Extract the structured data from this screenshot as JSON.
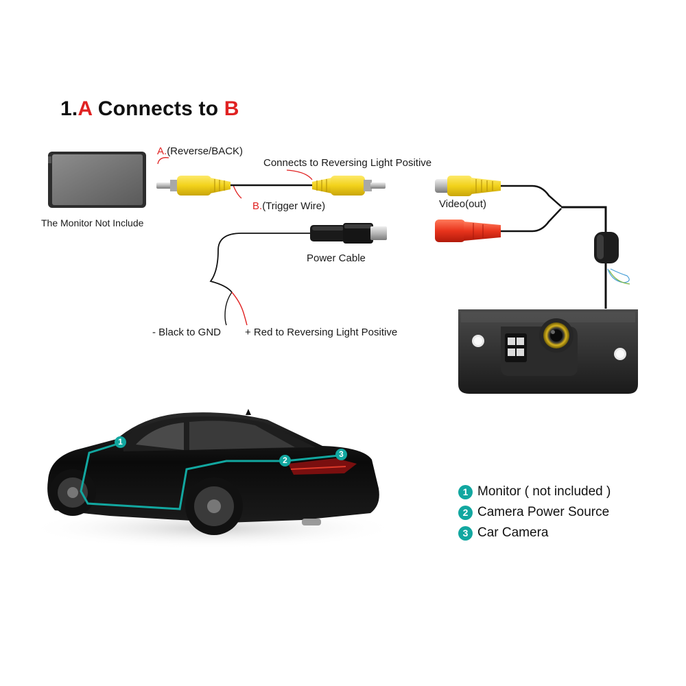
{
  "title": {
    "prefix": "1.",
    "a": "A",
    "middle": " Connects to ",
    "b": "B"
  },
  "monitor": {
    "caption": "The Monitor Not Include"
  },
  "labels": {
    "a_letter": "A.",
    "a_text": "(Reverse/BACK)",
    "b_letter": "B.",
    "b_text": "(Trigger Wire)",
    "connects": "Connects to Reversing Light Positive",
    "video_out": "Video(out)",
    "power_cable": "Power Cable",
    "black_gnd": "- Black to GND",
    "red_positive": "+ Red to Reversing Light Positive"
  },
  "car_markers": [
    "1",
    "2",
    "3"
  ],
  "legend": [
    {
      "num": "1",
      "text": "Monitor ( not included )"
    },
    {
      "num": "2",
      "text": "Camera Power Source"
    },
    {
      "num": "3",
      "text": "Car Camera"
    }
  ],
  "colors": {
    "accent_red": "#e02222",
    "marker_teal": "#12a7a0",
    "rca_yellow": "#f2d21b",
    "dc_red": "#e8341c"
  }
}
